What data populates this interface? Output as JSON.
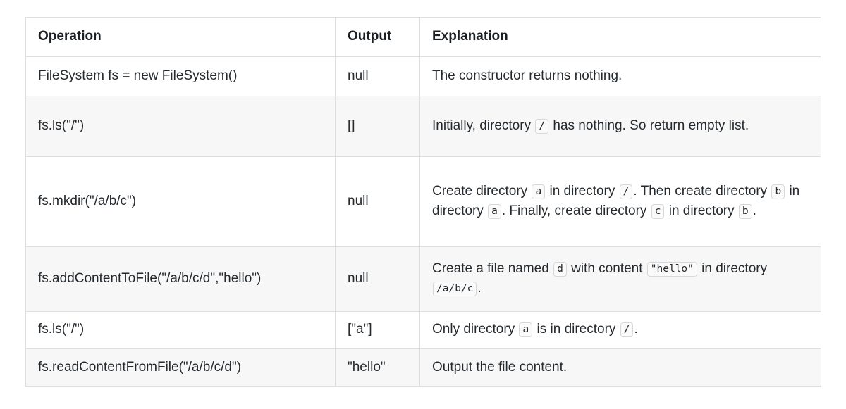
{
  "table": {
    "columns": [
      {
        "key": "operation",
        "label": "Operation"
      },
      {
        "key": "output",
        "label": "Output"
      },
      {
        "key": "explanation",
        "label": "Explanation"
      }
    ],
    "rows": [
      {
        "operation": "FileSystem fs = new FileSystem()",
        "output": "null",
        "explanation_parts": [
          {
            "type": "text",
            "value": "The constructor returns nothing."
          }
        ]
      },
      {
        "operation": "fs.ls(\"/\")",
        "output": "[]",
        "explanation_parts": [
          {
            "type": "text",
            "value": "Initially, directory "
          },
          {
            "type": "code",
            "value": "/"
          },
          {
            "type": "text",
            "value": " has nothing. So return empty list."
          }
        ]
      },
      {
        "operation": "fs.mkdir(\"/a/b/c\")",
        "output": "null",
        "explanation_parts": [
          {
            "type": "text",
            "value": "Create directory "
          },
          {
            "type": "code",
            "value": "a"
          },
          {
            "type": "text",
            "value": " in directory "
          },
          {
            "type": "code",
            "value": "/"
          },
          {
            "type": "text",
            "value": ". Then create directory "
          },
          {
            "type": "code",
            "value": "b"
          },
          {
            "type": "text",
            "value": " in directory "
          },
          {
            "type": "code",
            "value": "a"
          },
          {
            "type": "text",
            "value": ". Finally, create directory "
          },
          {
            "type": "code",
            "value": "c"
          },
          {
            "type": "text",
            "value": " in directory "
          },
          {
            "type": "code",
            "value": "b"
          },
          {
            "type": "text",
            "value": "."
          }
        ]
      },
      {
        "operation": "fs.addContentToFile(\"/a/b/c/d\",\"hello\")",
        "output": "null",
        "explanation_parts": [
          {
            "type": "text",
            "value": "Create a file named "
          },
          {
            "type": "code",
            "value": "d"
          },
          {
            "type": "text",
            "value": " with content "
          },
          {
            "type": "code",
            "value": "\"hello\""
          },
          {
            "type": "text",
            "value": " in directory "
          },
          {
            "type": "code",
            "value": "/a/b/c"
          },
          {
            "type": "text",
            "value": "."
          }
        ]
      },
      {
        "operation": "fs.ls(\"/\")",
        "output": "[\"a\"]",
        "explanation_parts": [
          {
            "type": "text",
            "value": "Only directory "
          },
          {
            "type": "code",
            "value": "a"
          },
          {
            "type": "text",
            "value": " is in directory "
          },
          {
            "type": "code",
            "value": "/"
          },
          {
            "type": "text",
            "value": "."
          }
        ]
      },
      {
        "operation": "fs.readContentFromFile(\"/a/b/c/d\")",
        "output": "\"hello\"",
        "explanation_parts": [
          {
            "type": "text",
            "value": "Output the file content."
          }
        ]
      }
    ]
  },
  "colors": {
    "border": "#dedede",
    "stripe": "#f7f7f7",
    "text": "#24292e",
    "code_border": "#d8d8d8",
    "code_bg": "#fafafa"
  }
}
